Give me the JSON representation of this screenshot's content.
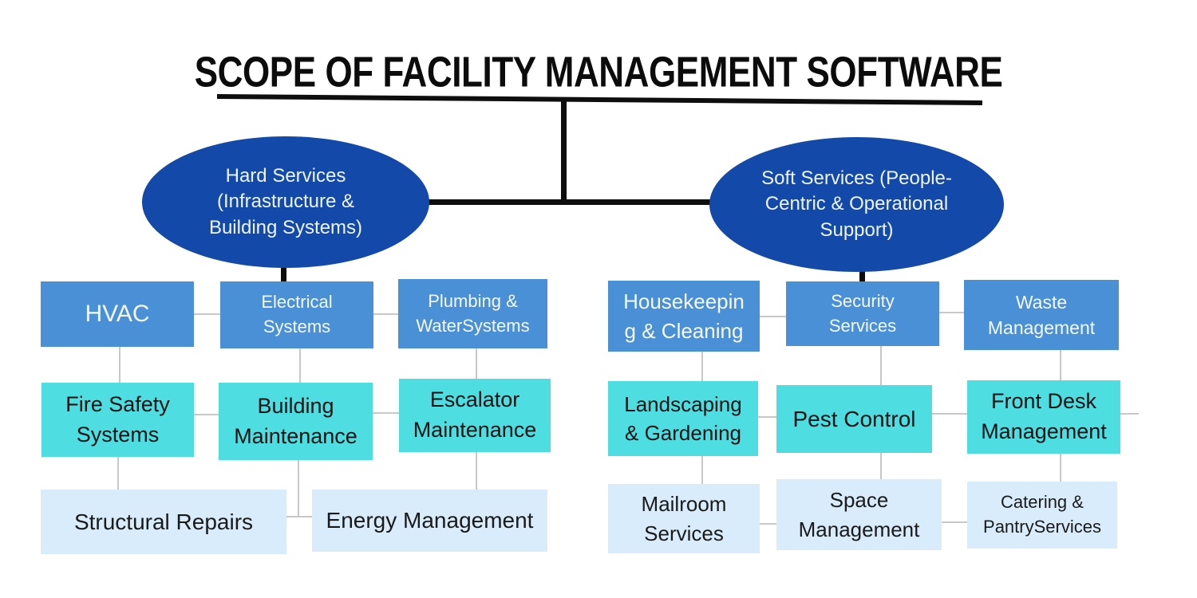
{
  "title": "SCOPE OF FACILITY MANAGEMENT SOFTWARE",
  "colors": {
    "branch_oval": "#1349a8",
    "level1_box": "#4a90d6",
    "level2_box": "#4edde0",
    "level3_box": "#d9ecfb",
    "connector_black": "#0e0e0e",
    "connector_gray": "#c8c8c8",
    "title_text": "#0c0c0c"
  },
  "branches": {
    "hard": {
      "label": "Hard Services\n(Infrastructure &\nBuilding Systems)"
    },
    "soft": {
      "label": "Soft Services (People-\nCentric & Operational\nSupport)"
    }
  },
  "nodes": {
    "hvac": {
      "label": "HVAC"
    },
    "electrical": {
      "label": "Electrical\nSystems"
    },
    "plumbing": {
      "label": "Plumbing &\nWaterSystems"
    },
    "fire_safety": {
      "label": "Fire Safety\nSystems"
    },
    "building_maintenance": {
      "label": "Building\nMaintenance"
    },
    "escalator": {
      "label": "Escalator\nMaintenance"
    },
    "structural": {
      "label": "Structural Repairs"
    },
    "energy": {
      "label": "Energy Management"
    },
    "housekeeping": {
      "label": "Housekeepin\ng & Cleaning"
    },
    "security": {
      "label": "Security\nServices"
    },
    "waste": {
      "label": "Waste\nManagement"
    },
    "landscaping": {
      "label": "Landscaping\n& Gardening"
    },
    "pest_control": {
      "label": "Pest Control"
    },
    "front_desk": {
      "label": "Front Desk\nManagement"
    },
    "mailroom": {
      "label": "Mailroom\nServices"
    },
    "space": {
      "label": "Space\nManagement"
    },
    "catering": {
      "label": "Catering &\nPantryServices"
    }
  },
  "hierarchy": {
    "hard": {
      "level1": [
        "hvac",
        "electrical",
        "plumbing"
      ],
      "level2": [
        "fire_safety",
        "building_maintenance",
        "escalator"
      ],
      "level3": [
        "structural",
        "energy"
      ]
    },
    "soft": {
      "level1": [
        "housekeeping",
        "security",
        "waste"
      ],
      "level2": [
        "landscaping",
        "pest_control",
        "front_desk"
      ],
      "level3": [
        "mailroom",
        "space",
        "catering"
      ]
    }
  }
}
